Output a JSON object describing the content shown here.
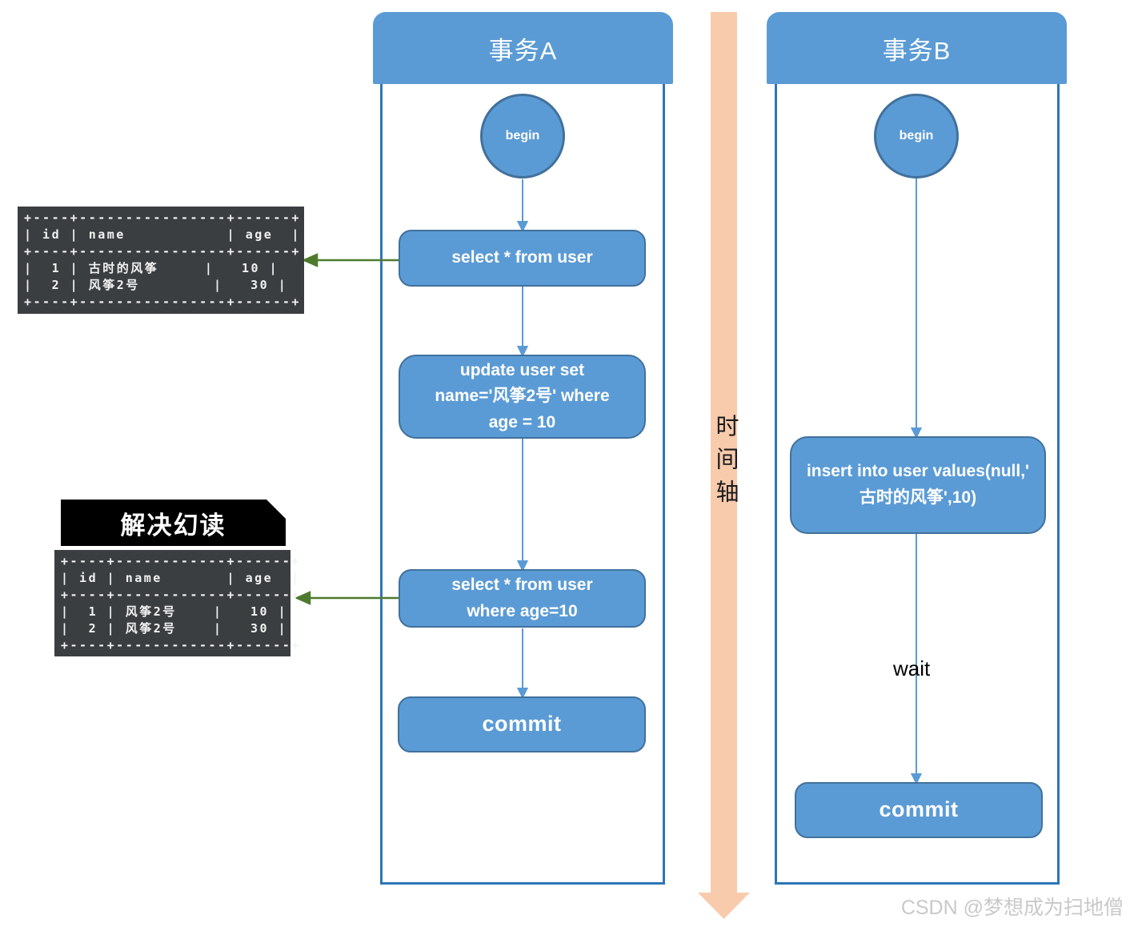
{
  "diagram": {
    "transaction_a": {
      "title": "事务A",
      "begin": "begin",
      "select1": "select * from user",
      "update": "update user set\nname='风筝2号' where\nage = 10",
      "select2": "select * from user\nwhere age=10",
      "commit": "commit"
    },
    "transaction_b": {
      "title": "事务B",
      "begin": "begin",
      "insert": "insert into user values(null,'\n古时的风筝',10)",
      "wait": "wait",
      "commit": "commit"
    },
    "timeline": {
      "label": "时间轴"
    },
    "result_table_1": {
      "text": "+----+----------------+------+\n| id | name           | age  |\n+----+----------------+------+\n|  1 | 古时的风筝     |   10 |\n|  2 | 风筝2号        |   30 |\n+----+----------------+------+"
    },
    "result_table_2": {
      "title": "解决幻读",
      "text": "+----+------------+------+\n| id | name       | age  |\n+----+------------+------+\n|  1 | 风筝2号    |   10 |\n|  2 | 风筝2号    |   30 |\n+----+------------+------+"
    },
    "watermark": "CSDN @梦想成为扫地僧"
  },
  "colors": {
    "node_fill": "#5B9BD5",
    "node_border": "#41719C",
    "lane_border": "#2E75B6",
    "timeline_fill": "#F8CBAD",
    "table_background": "#3B3E41",
    "green_arrow": "#4E7A2E",
    "tag_background": "#000000"
  }
}
